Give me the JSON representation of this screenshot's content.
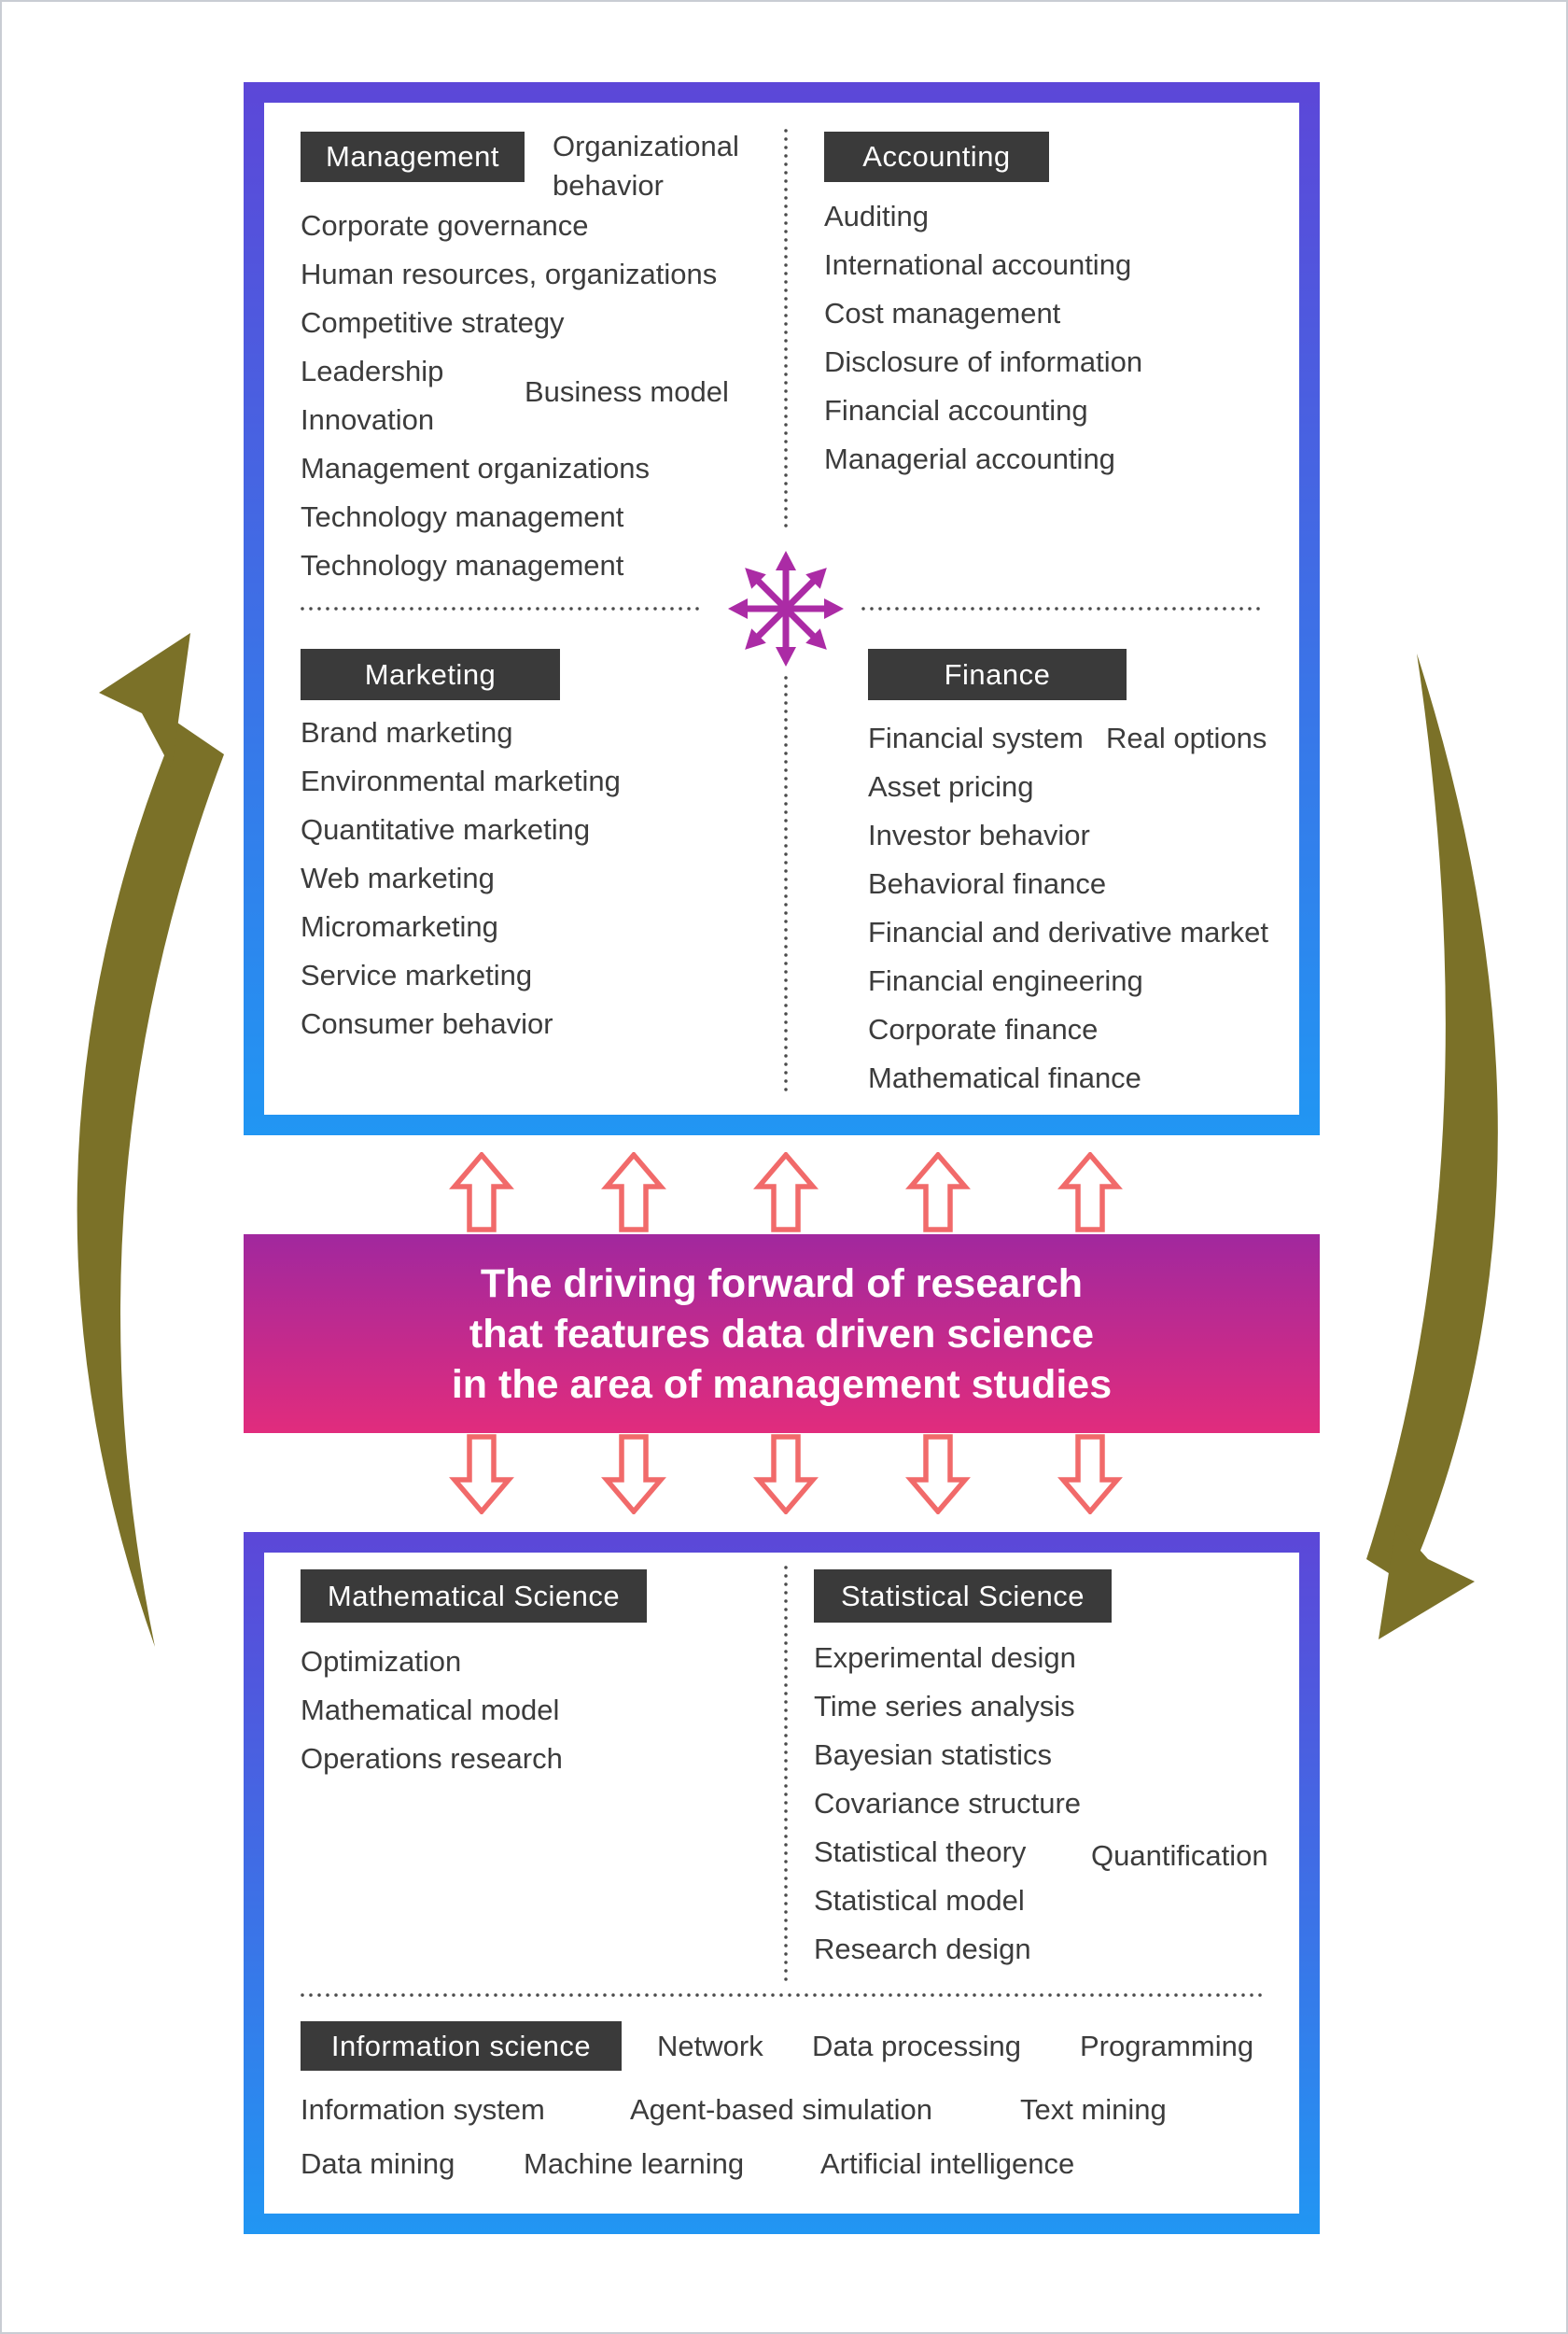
{
  "colors": {
    "frame_top": "#5c47d8",
    "frame_bottom": "#2196f3",
    "header_bg": "#3a3a3a",
    "header_text": "#ffffff",
    "text": "#3c3c3c",
    "banner_top": "#a1289e",
    "banner_bottom": "#e12c7d",
    "banner_text": "#ffffff",
    "block_arrow": "#f16a6a",
    "star": "#ab2ba5",
    "cycle_arrow": "#7b7128",
    "dots": "#4a4a4a",
    "page_border": "#c9cdd3"
  },
  "icons": {
    "star": "eight-direction-arrows-icon",
    "up_arrows": "upward-block-arrow-icon",
    "down_arrows": "downward-block-arrow-icon",
    "left_cycle": "curved-arrow-up-icon",
    "right_cycle": "curved-arrow-down-icon"
  },
  "top_box": {
    "management": {
      "title": "Management",
      "side_note": "Organizational behavior",
      "floating_item": "Business model",
      "items": [
        "Corporate governance",
        "Human resources, organizations",
        "Competitive strategy",
        "Leadership",
        "Innovation",
        "Management organizations",
        "Technology management",
        "Technology management"
      ]
    },
    "accounting": {
      "title": "Accounting",
      "items": [
        "Auditing",
        "International accounting",
        "Cost management",
        "Disclosure of information",
        "Financial accounting",
        "Managerial accounting"
      ]
    },
    "marketing": {
      "title": "Marketing",
      "items": [
        "Brand marketing",
        "Environmental marketing",
        "Quantitative marketing",
        "Web marketing",
        "Micromarketing",
        "Service marketing",
        "Consumer behavior"
      ]
    },
    "finance": {
      "title": "Finance",
      "floating_item": "Real options",
      "items": [
        "Financial system",
        "Asset pricing",
        "Investor behavior",
        "Behavioral finance",
        "Financial and derivative market",
        "Financial engineering",
        "Corporate finance",
        "Mathematical finance"
      ]
    }
  },
  "banner": {
    "line1": "The driving forward of research",
    "line2": "that features data driven science",
    "line3": "in the area of management studies"
  },
  "bottom_box": {
    "mathematical_science": {
      "title": "Mathematical Science",
      "items": [
        "Optimization",
        "Mathematical model",
        "Operations research"
      ]
    },
    "statistical_science": {
      "title": "Statistical Science",
      "floating_item": "Quantification",
      "items": [
        "Experimental design",
        "Time series analysis",
        "Bayesian statistics",
        "Covariance structure",
        "Statistical theory",
        "Statistical model",
        "Research design"
      ]
    },
    "information_science": {
      "title": "Information science",
      "row1": [
        "Network",
        "Data processing",
        "Programming"
      ],
      "row2": [
        "Information system",
        "Agent-based simulation",
        "Text mining"
      ],
      "row3": [
        "Data mining",
        "Machine learning",
        "Artificial intelligence"
      ]
    }
  }
}
